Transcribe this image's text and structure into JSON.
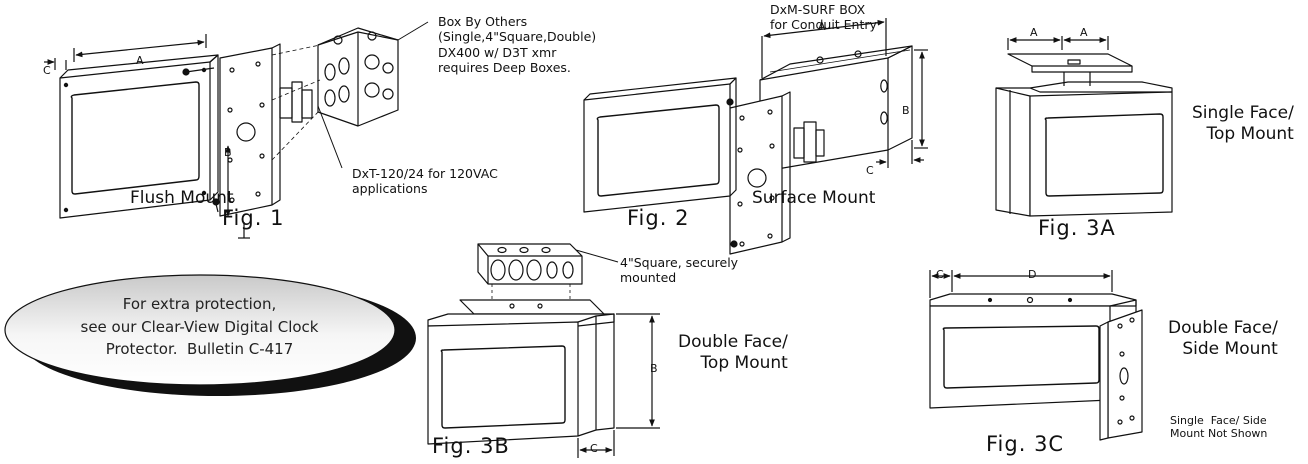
{
  "fig1": {
    "box_by_others": "Box By Others\n(Single,4\"Square,Double)\nDX400 w/ D3T xmr\nrequires Deep Boxes.",
    "dxt_note": "DxT-120/24 for 120VAC\napplications",
    "caption": "Flush Mount",
    "fig_label": "Fig. 1",
    "dim_a": "A",
    "dim_b": "B",
    "dim_c": "C"
  },
  "fig2": {
    "surf_box": "DxM-SURF BOX\nfor Conduit Entry",
    "caption": "Surface Mount",
    "fig_label": "Fig. 2",
    "dim_a": "A",
    "dim_b": "B",
    "dim_c": "C"
  },
  "fig3a": {
    "mount": "Single Face/\nTop Mount",
    "fig_label": "Fig. 3A",
    "dim_a": "A"
  },
  "fig3b": {
    "square_note": "4\"Square, securely\nmounted",
    "mount": "Double Face/\nTop Mount",
    "fig_label": "Fig. 3B",
    "dim_b": "B",
    "dim_c": "C"
  },
  "fig3c": {
    "mount": "Double Face/\nSide Mount",
    "not_shown": "Single  Face/ Side\nMount Not Shown",
    "fig_label": "Fig. 3C",
    "dim_c": "C",
    "dim_d": "D"
  },
  "promo": {
    "text": "For extra protection,\nsee our Clear-View Digital Clock\nProtector.  Bulletin C-417"
  }
}
